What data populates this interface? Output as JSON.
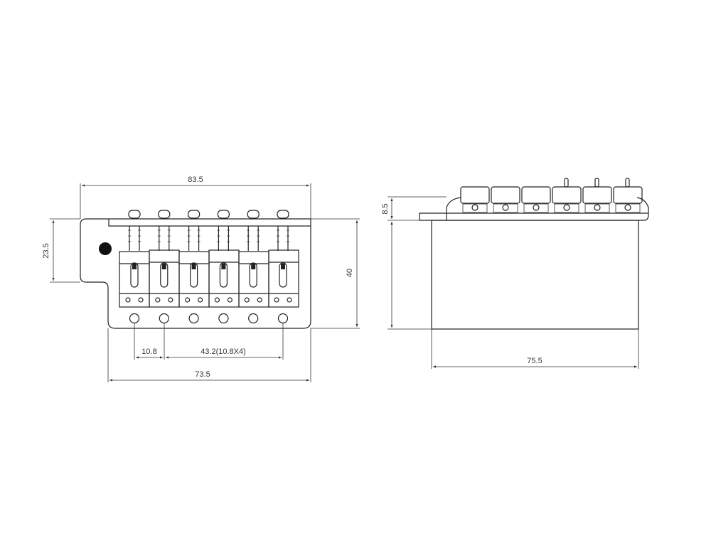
{
  "front_view": {
    "dimensions": {
      "overall_width": "83.5",
      "tab_height": "23.5",
      "height": "40",
      "string_spacing": "10.8",
      "total_spacing": "43.2(10.8X4)",
      "base_width": "73.5"
    },
    "saddle_count": 6
  },
  "side_view": {
    "dimensions": {
      "saddle_height": "8.5",
      "block_width": "75.5"
    }
  },
  "colors": {
    "line": "#222222",
    "background": "#ffffff"
  }
}
